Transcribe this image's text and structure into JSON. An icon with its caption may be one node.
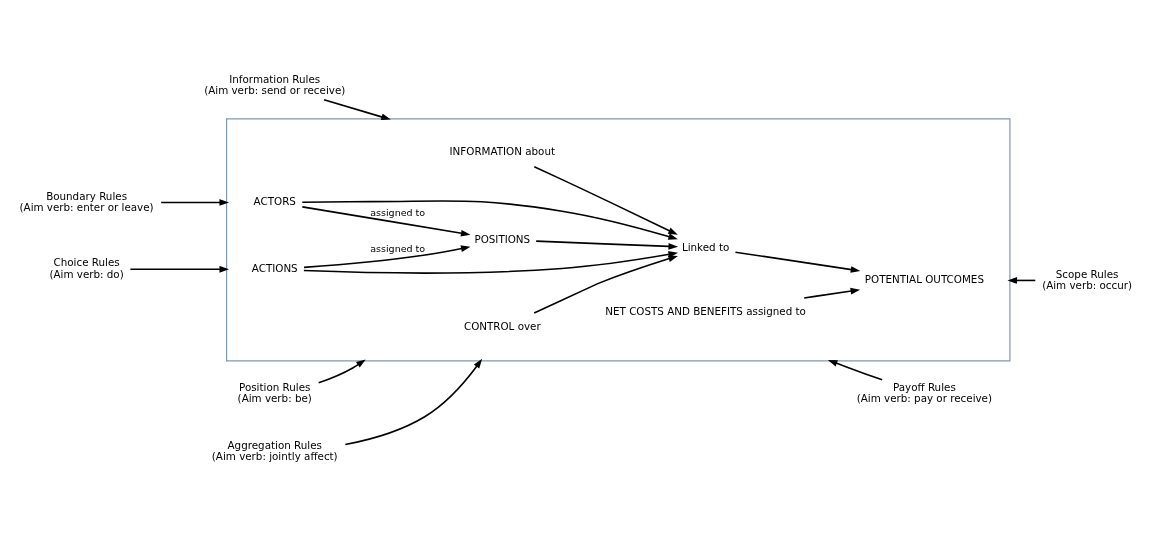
{
  "diagram": {
    "nodes": [
      {
        "text": [],
        "shape": "box"
      },
      {
        "text": [
          "Information Rules",
          "(Aim verb: send or receive)"
        ]
      },
      {
        "text": [
          "Aggregation Rules",
          "(Aim verb: jointly affect)"
        ]
      },
      {
        "text": [
          "Boundary Rules",
          "(Aim verb: enter or leave)"
        ]
      },
      {
        "text": [
          "Position Rules",
          "(Aim verb: be)"
        ]
      },
      {
        "text": [
          "Choice Rules",
          "(Aim verb: do)"
        ]
      },
      {
        "text": [
          "ACTORS"
        ],
        "in": 0
      },
      {
        "text": [
          "POSITIONS"
        ],
        "in": 0
      },
      {
        "text": [
          "ACTIONS"
        ],
        "in": 0
      },
      {
        "text": [
          "INFORMATION about"
        ],
        "in": 0
      },
      {
        "text": [
          "CONTROL over"
        ],
        "in": 0
      },
      {
        "text": [
          "Linked to"
        ],
        "in": 0
      },
      {
        "text": [
          "POTENTIAL OUTCOMES"
        ],
        "in": 0
      },
      {
        "text": [
          "NET COSTS AND BENEFITS assigned to"
        ],
        "in": 0
      },
      {
        "text": [
          "Scope Rules",
          "(Aim verb: occur)"
        ]
      },
      {
        "text": [
          "Payoff Rules",
          "(Aim verb: pay or receive)"
        ]
      }
    ],
    "edges": [
      {
        "from": 6,
        "to": 7,
        "label": "assigned to",
        "arrow": "to"
      },
      {
        "from": 8,
        "to": 7,
        "label": "assigned to",
        "arrow": "to"
      },
      {
        "from": 6,
        "to": 11,
        "arrow": "to"
      },
      {
        "from": 7,
        "to": 11,
        "arrow": "to"
      },
      {
        "from": 8,
        "to": 11,
        "arrow": "to"
      },
      {
        "from": 9,
        "to": 11,
        "arrow": "to"
      },
      {
        "from": 10,
        "to": 11,
        "arrow": "to"
      },
      {
        "from": 11,
        "to": 12,
        "arrow": "to"
      },
      {
        "from": 13,
        "to": 12,
        "arrow": "to"
      },
      {
        "from": 1,
        "to": 0,
        "arrow": "to"
      },
      {
        "from": 2,
        "to": 0,
        "arrow": "to"
      },
      {
        "from": 3,
        "to": 0,
        "arrow": "to"
      },
      {
        "from": 4,
        "to": 0,
        "arrow": "to"
      },
      {
        "from": 5,
        "to": 0,
        "arrow": "to"
      },
      {
        "from": 14,
        "to": 0,
        "arrow": "to"
      },
      {
        "from": 15,
        "to": 0,
        "arrow": "to"
      }
    ]
  }
}
